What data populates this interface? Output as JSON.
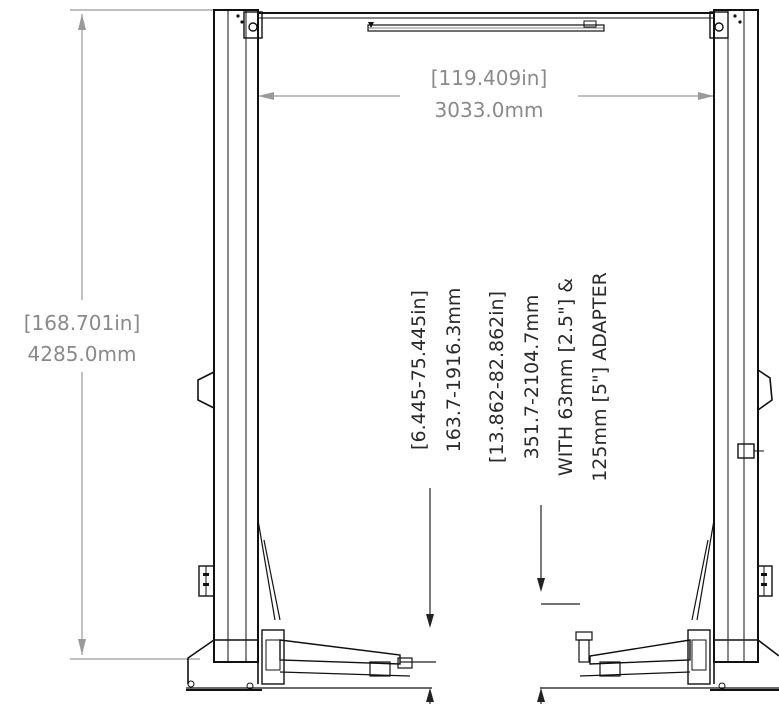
{
  "dimensions": {
    "width": {
      "in": "[119.409in]",
      "mm": "3033.0mm"
    },
    "height": {
      "in": "[168.701in]",
      "mm": "4285.0mm"
    },
    "pickup_low": {
      "in": "[6.445-75.445in]",
      "mm": "163.7-1916.3mm"
    },
    "pickup_adapter": {
      "in": "[13.862-82.862in]",
      "mm": "351.7-2104.7mm",
      "note1": "WITH 63mm [2.5\"] &",
      "note2": "125mm [5\"] ADAPTER"
    }
  },
  "colors": {
    "dimension_gray": "#8a8a8a",
    "outline": "#111111",
    "text_dark": "#2a2a2a"
  }
}
